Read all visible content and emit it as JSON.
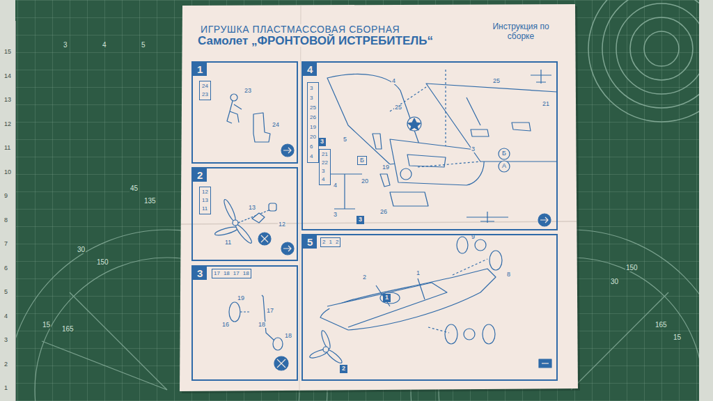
{
  "diagram": {
    "title": "ИГРУШКА ПЛАСТМАССОВАЯ СБОРНАЯ",
    "nodes": [
      {
        "text": [
          "1"
        ]
      },
      {
        "text": [
          "24",
          "23"
        ],
        "in": 0
      },
      {
        "text": [
          "2"
        ]
      },
      {
        "text": [
          "12",
          "13",
          "11"
        ],
        "in": 2
      },
      {
        "text": [
          "3"
        ]
      },
      {
        "text": [
          "17",
          "18",
          "17",
          "18"
        ],
        "in": 4
      },
      {
        "text": [
          "4"
        ]
      },
      {
        "text": [
          "3",
          "3",
          "25",
          "26",
          "19",
          "20",
          "6",
          "4"
        ],
        "in": 6
      },
      {
        "text": [
          "21",
          "22",
          "3",
          "4"
        ],
        "in": 6
      },
      {
        "text": [
          "3"
        ],
        "in": 6
      },
      {
        "text": [
          "3"
        ],
        "in": 6
      },
      {
        "text": [
          "Б"
        ],
        "in": 6
      },
      {
        "text": [
          "5"
        ]
      },
      {
        "text": [
          "2",
          "1",
          "2"
        ],
        "in": 12
      },
      {
        "text": [
          "1"
        ],
        "in": 12
      },
      {
        "text": [
          "2"
        ],
        "in": 12
      }
    ],
    "labels": [
      "Самолет „ФРОНТОВОЙ ИСТРЕБИТЕЛЬ“",
      "Инструкция по сборке",
      "23",
      "24",
      "13",
      "12",
      "11",
      "19",
      "16",
      "17",
      "18",
      "18",
      "4",
      "25",
      "5",
      "19",
      "20",
      "3",
      "25",
      "21",
      "Б",
      "А",
      "4",
      "3",
      "26",
      "9",
      "8",
      "2",
      "1",
      "15",
      "14",
      "13",
      "12",
      "11",
      "10",
      "9",
      "8",
      "7",
      "6",
      "5",
      "4",
      "3",
      "2",
      "1",
      "3",
      "4",
      "5",
      "45",
      "135",
      "30",
      "150",
      "15",
      "165",
      "150",
      "30",
      "165",
      "15"
    ]
  }
}
